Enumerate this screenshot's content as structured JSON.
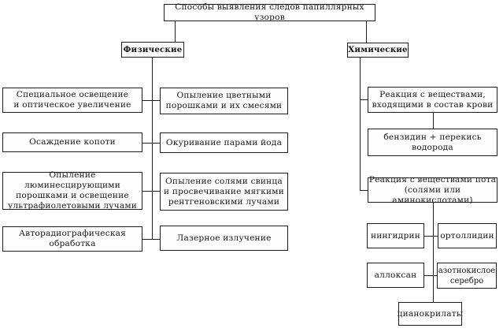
{
  "diagram": {
    "root": {
      "label": "Способы выявления следов папиллярных узоров"
    },
    "physical": {
      "label": "Физические",
      "left_items": [
        {
          "label": "Специальное освещение\nи оптическое увеличение"
        },
        {
          "label": "Осаждение копоти"
        },
        {
          "label": "Опыление люминесцирующими\nпорошками и освещение\nультрафиолетовыми лучами"
        },
        {
          "label": "Авторадиографическая\nобработка"
        }
      ],
      "right_items": [
        {
          "label": "Опыление цветными\nпорошками и их смесями"
        },
        {
          "label": "Окуривание парами йода"
        },
        {
          "label": "Опыление солями свинца\nи просвечивание мягкими\nрентгеновскими лучами"
        },
        {
          "label": "Лазерное излучение"
        }
      ]
    },
    "chemical": {
      "label": "Химические",
      "blood": {
        "label": "Реакция с веществами,\nвходящими в состав крови",
        "child": {
          "label": "бензидин + перекись\nводорода"
        }
      },
      "sweat": {
        "label": "Реакция с веществами пота\n(солями или аминокислотами)",
        "children": [
          {
            "label": "нингидрин"
          },
          {
            "label": "ортоллидин"
          },
          {
            "label": "аллоксан"
          },
          {
            "label": "азотнокислое\nсеребро"
          },
          {
            "label": "цианокрилаты"
          }
        ]
      }
    },
    "colors": {
      "line": "#1e1e1e",
      "text": "#151515",
      "background": "#ffffff"
    }
  }
}
